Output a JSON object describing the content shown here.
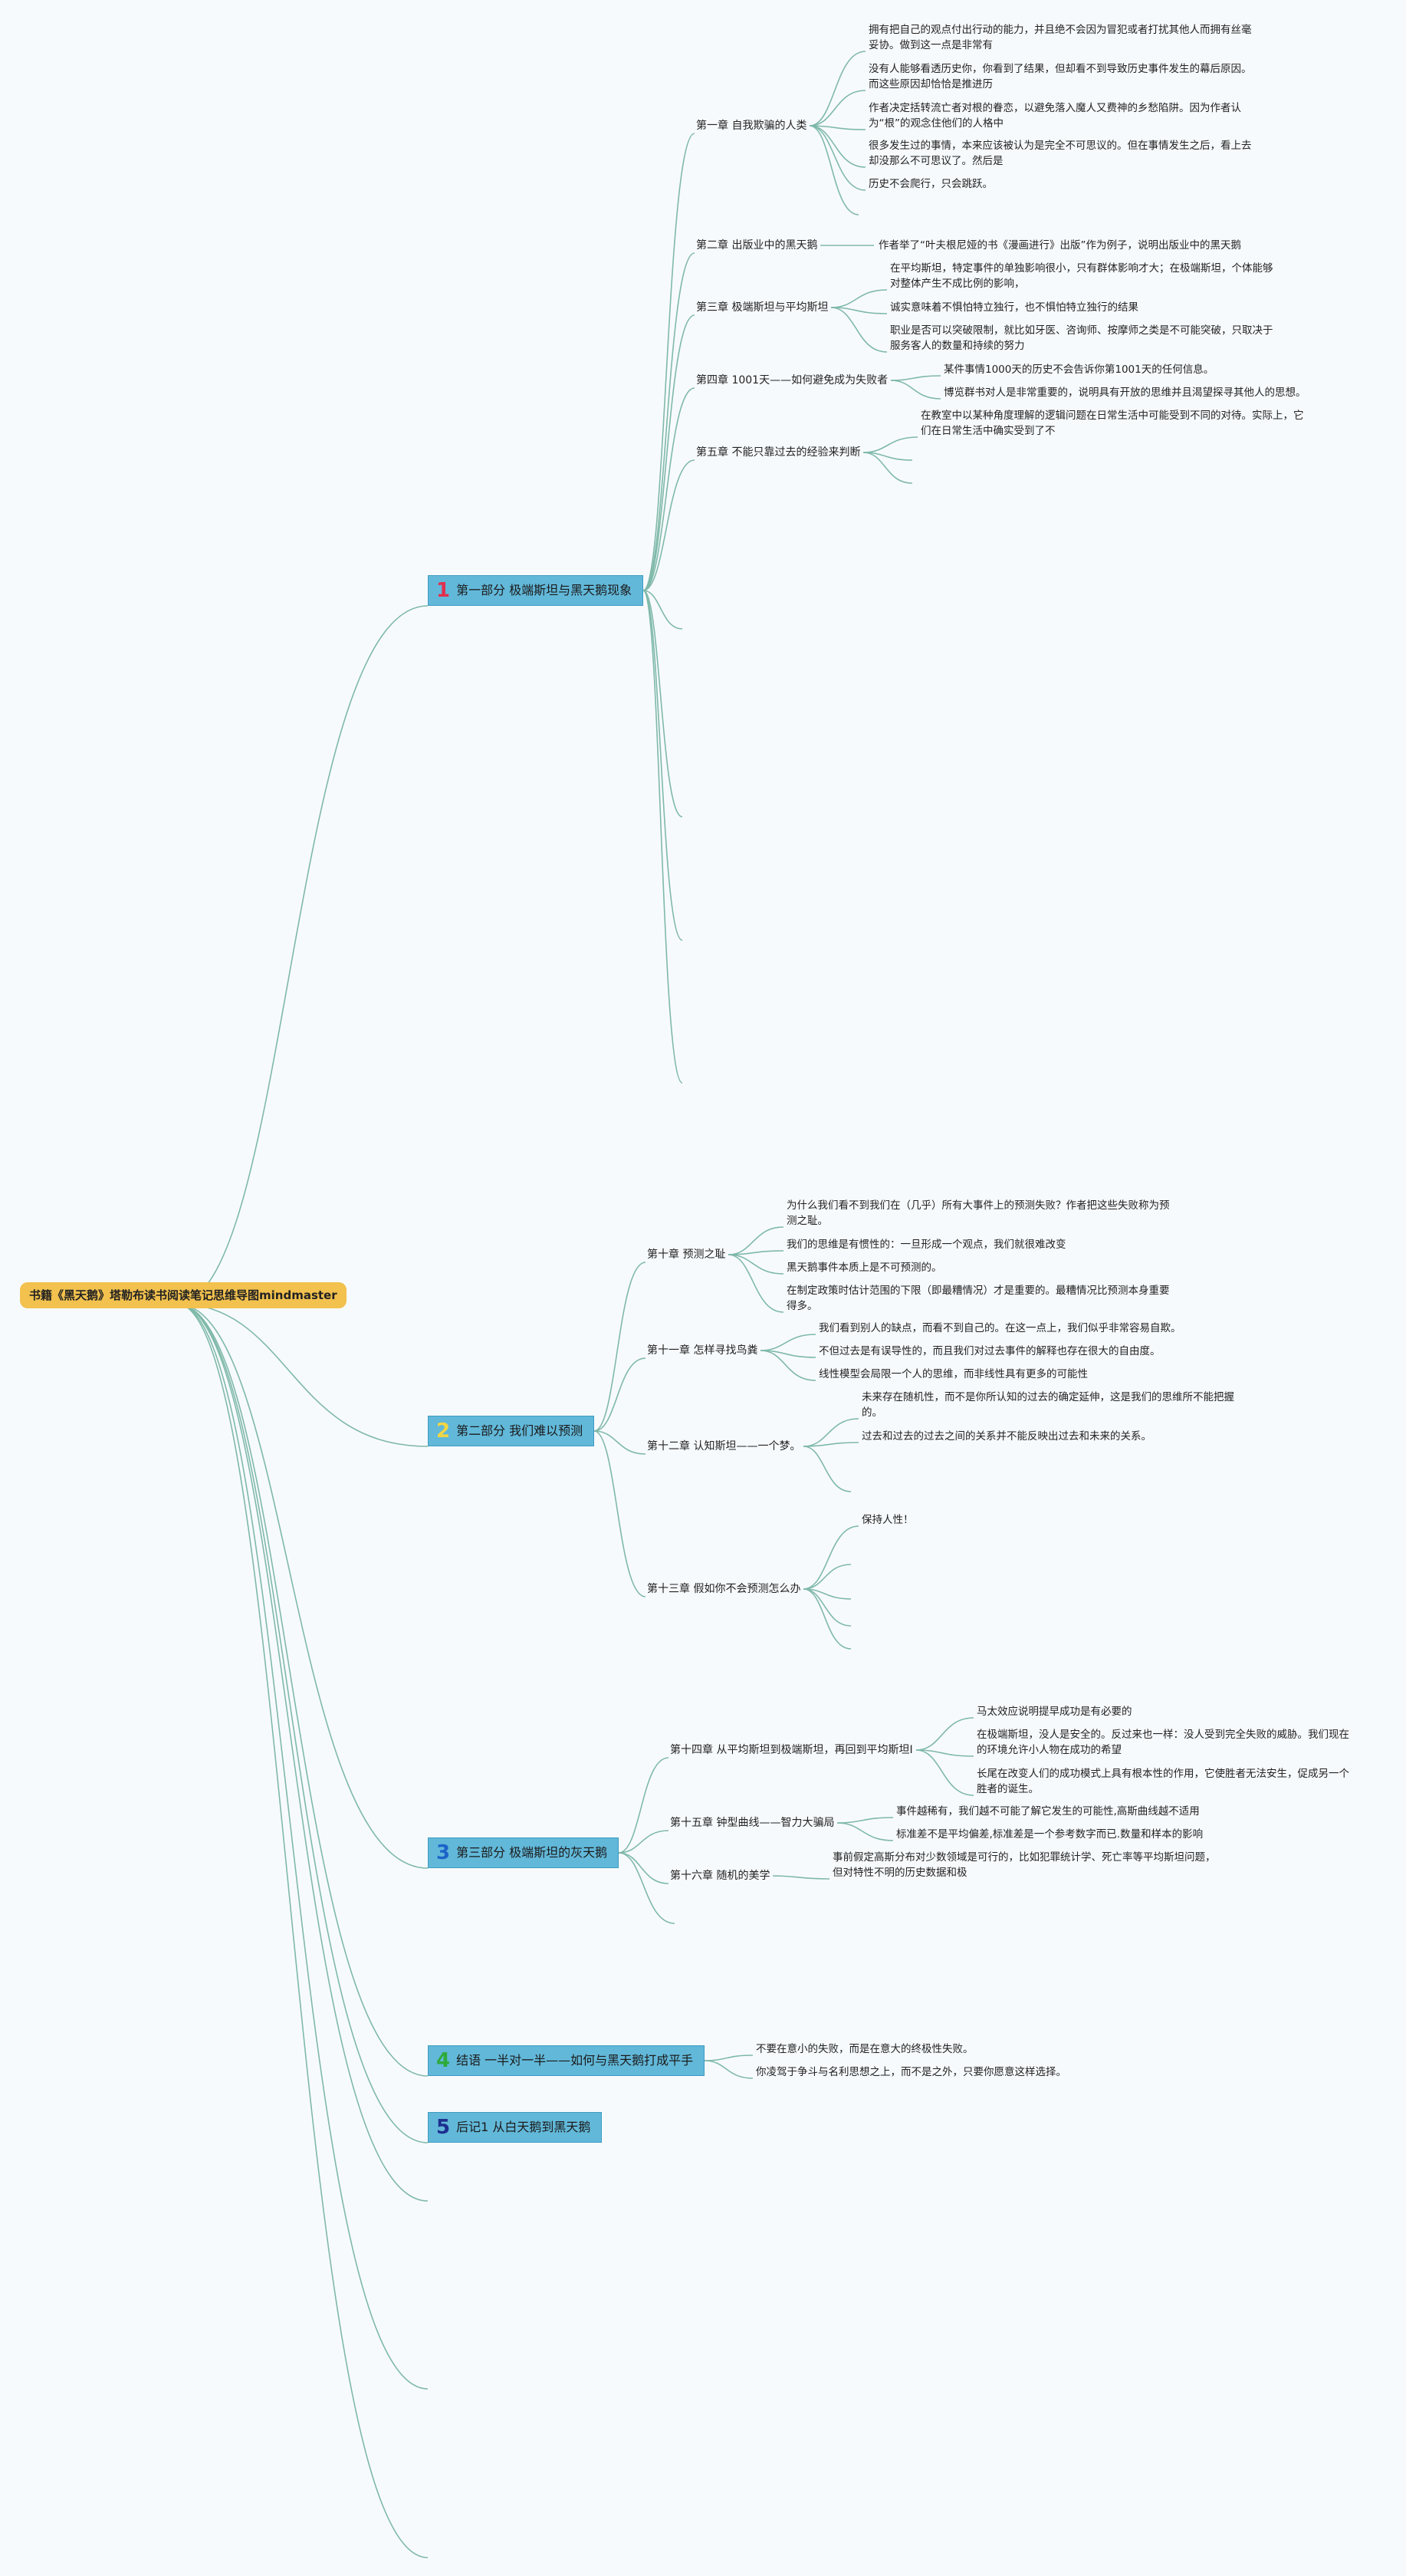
{
  "root": "书籍《黑天鹅》塔勒布读书阅读笔记思维导图mindmaster",
  "parts": [
    {
      "num": "1",
      "num_color": "#e0304e",
      "label": "第一部分 极端斯坦与黑天鹅现象"
    },
    {
      "num": "2",
      "num_color": "#f2d644",
      "label": "第二部分 我们难以预测"
    },
    {
      "num": "3",
      "num_color": "#1d63c9",
      "label": "第三部分 极端斯坦的灰天鹅"
    },
    {
      "num": "4",
      "num_color": "#2eaa3c",
      "label": "结语 一半对一半——如何与黑天鹅打成平手"
    },
    {
      "num": "5",
      "num_color": "#1d2f8f",
      "label": "后记1 从白天鹅到黑天鹅"
    }
  ],
  "chapters": [
    "第一章 自我欺骗的人类",
    "第二章 出版业中的黑天鹅",
    "第三章 极端斯坦与平均斯坦",
    "第四章 1001天——如何避免成为失败者",
    "第五章 不能只靠过去的经验来判断",
    "第十章 预测之耻",
    "第十一章 怎样寻找鸟粪",
    "第十二章 认知斯坦——一个梦。",
    "第十三章 假如你不会预测怎么办",
    "第十四章 从平均斯坦到极端斯坦，再回到平均斯坦I",
    "第十五章 钟型曲线——智力大骗局",
    "第十六章 随机的美学"
  ],
  "leaves": [
    "拥有把自己的观点付出行动的能力，并且绝不会因为冒犯或者打扰其他人而拥有丝毫妥协。做到这一点是非常有",
    "没有人能够看透历史你，你看到了结果，但却看不到导致历史事件发生的幕后原因。而这些原因却恰恰是推进历",
    "作者决定括转流亡者对根的眷恋，以避免落入魔人又费神的乡愁陷阱。因为作者认为“根”的观念住他们的人格中",
    "很多发生过的事情，本来应该被认为是完全不可思议的。但在事情发生之后，看上去却没那么不可思议了。然后是",
    "历史不会爬行，只会跳跃。",
    "作者举了“叶夫根尼娅的书《漫画进行》出版”作为例子，说明出版业中的黑天鹅",
    "在平均斯坦，特定事件的单独影响很小，只有群体影响才大；在极端斯坦，个体能够对整体产生不成比例的影响，",
    "诚实意味着不惧怕特立独行，也不惧怕特立独行的结果",
    "职业是否可以突破限制，就比如牙医、咨询师、按摩师之类是不可能突破，只取决于服务客人的数量和持续的努力",
    "某件事情1000天的历史不会告诉你第1001天的任何信息。",
    "博览群书对人是非常重要的，说明具有开放的思维并且渴望探寻其他人的思想。",
    "在教室中以某种角度理解的逻辑问题在日常生活中可能受到不同的对待。实际上，它们在日常生活中确实受到了不",
    "为什么我们看不到我们在（几乎）所有大事件上的预测失败？作者把这些失败称为预测之耻。",
    "我们的思维是有惯性的：一旦形成一个观点，我们就很难改变",
    "黑天鹅事件本质上是不可预测的。",
    "在制定政策时估计范围的下限（即最糟情况）才是重要的。最糟情况比预测本身重要得多。",
    "我们看到别人的缺点，而看不到自己的。在这一点上，我们似乎非常容易自欺。",
    "不但过去是有误导性的，而且我们对过去事件的解释也存在很大的自由度。",
    "线性模型会局限一个人的思维，而非线性具有更多的可能性",
    "未来存在随机性，而不是你所认知的过去的确定延伸，这是我们的思维所不能把握的。",
    "过去和过去的过去之间的关系并不能反映出过去和未来的关系。",
    "保持人性！",
    "马太效应说明提早成功是有必要的",
    "在极端斯坦，没人是安全的。反过来也一样：没人受到完全失败的威胁。我们现在的环境允许小人物在成功的希望",
    "长尾在改变人们的成功模式上具有根本性的作用，它使胜者无法安生，促成另一个胜者的诞生。",
    "事件越稀有，我们越不可能了解它发生的可能性,高斯曲线越不适用",
    "标准差不是平均偏差,标准差是一个参考数字而已.数量和样本的影响",
    "事前假定高斯分布对少数领域是可行的，比如犯罪统计学、死亡率等平均斯坦问题，但对特性不明的历史数据和极",
    "不要在意小的失败，而是在意大的终极性失败。",
    "你凌驾于争斗与名利思想之上，而不是之外，只要你愿意这样选择。"
  ]
}
